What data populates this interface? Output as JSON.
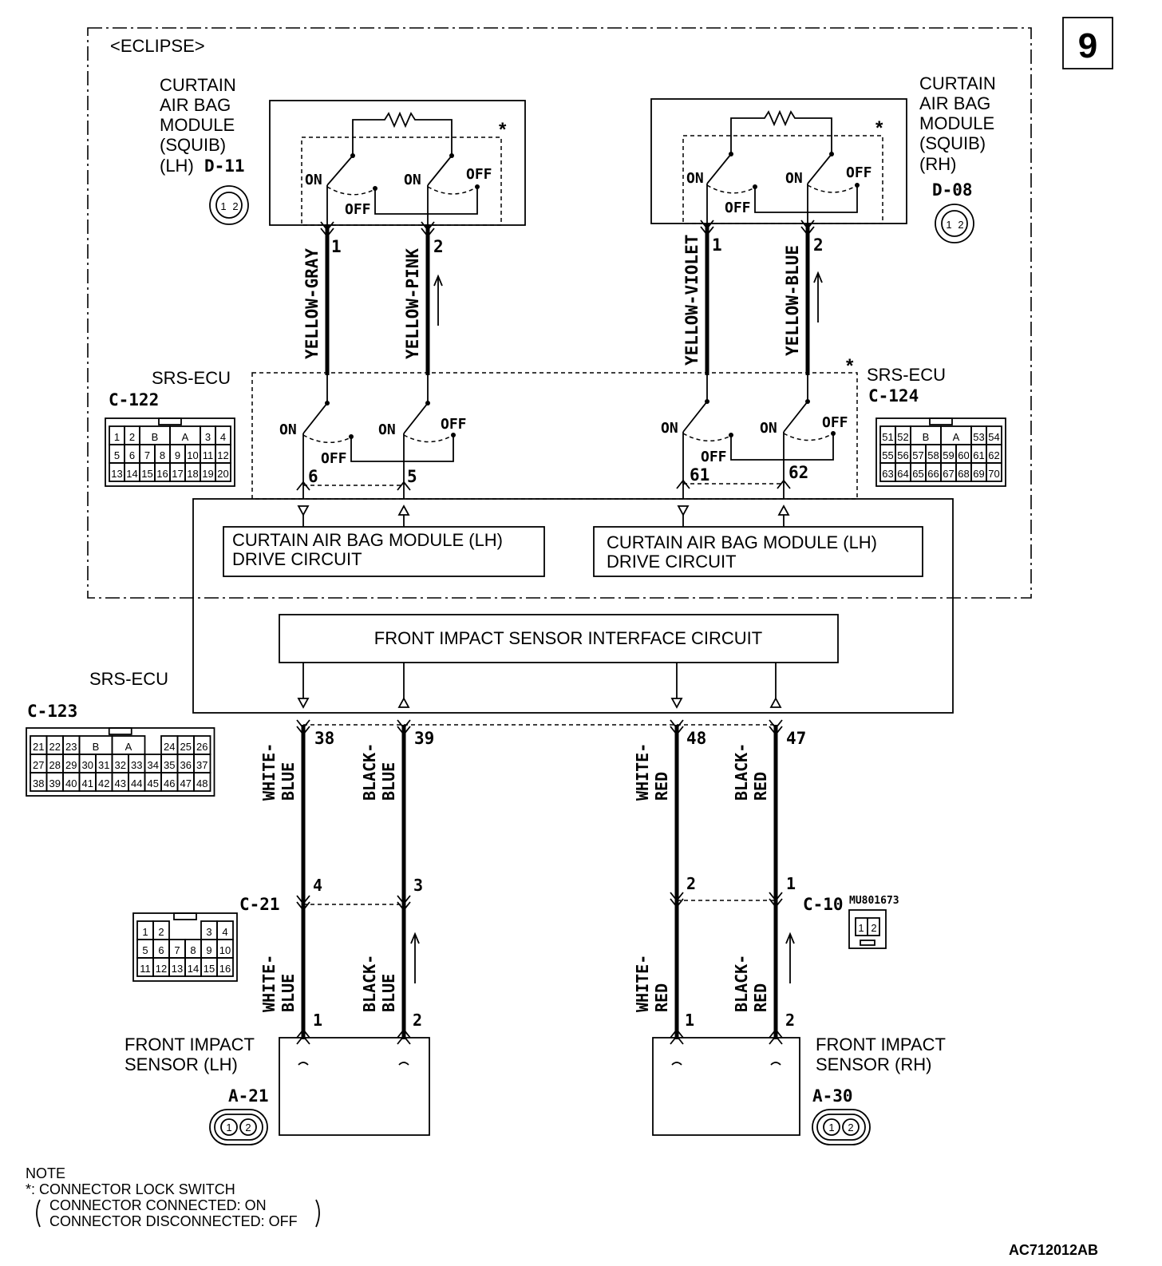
{
  "page_number": "9",
  "figure_id": "AC712012AB",
  "eclipse_label": "<ECLIPSE>",
  "lock_star": "*",
  "switch_on": "ON",
  "switch_off": "OFF",
  "modules": {
    "lh": {
      "lines": [
        "CURTAIN",
        "AIR BAG",
        "MODULE",
        "(SQUIB)",
        "(LH)"
      ],
      "connector": "D-11",
      "pin1": "1",
      "pin2": "2"
    },
    "rh": {
      "lines": [
        "CURTAIN",
        "AIR BAG",
        "MODULE",
        "(SQUIB)",
        "(RH)"
      ],
      "connector": "D-08",
      "pin1": "1",
      "pin2": "2"
    }
  },
  "wires_upper": [
    "YELLOW-GRAY",
    "YELLOW-PINK",
    "YELLOW-VIOLET",
    "YELLOW-BLUE"
  ],
  "srs_ecu_label": "SRS-ECU",
  "ecu_connectors": {
    "c122": {
      "name": "C-122",
      "rows": [
        [
          "1",
          "2",
          "B",
          "A",
          "3",
          "4"
        ],
        [
          "5",
          "6",
          "7",
          "8",
          "9",
          "10",
          "11",
          "12"
        ],
        [
          "13",
          "14",
          "15",
          "16",
          "17",
          "18",
          "19",
          "20"
        ]
      ]
    },
    "c124": {
      "name": "C-124",
      "rows": [
        [
          "51",
          "52",
          "B",
          "A",
          "53",
          "54"
        ],
        [
          "55",
          "56",
          "57",
          "58",
          "59",
          "60",
          "61",
          "62"
        ],
        [
          "63",
          "64",
          "65",
          "66",
          "67",
          "68",
          "69",
          "70"
        ]
      ]
    },
    "c123": {
      "name": "C-123",
      "rows": [
        [
          "21",
          "22",
          "23",
          "B",
          "A",
          "24",
          "25",
          "26"
        ],
        [
          "27",
          "28",
          "29",
          "30",
          "31",
          "32",
          "33",
          "34",
          "35",
          "36",
          "37"
        ],
        [
          "38",
          "39",
          "40",
          "41",
          "42",
          "43",
          "44",
          "45",
          "46",
          "47",
          "48"
        ]
      ]
    }
  },
  "ecu_pins_upper": [
    "6",
    "5",
    "61",
    "62"
  ],
  "drive_circuits": {
    "left": [
      "CURTAIN AIR BAG MODULE (LH)",
      "DRIVE CIRCUIT"
    ],
    "right": [
      "CURTAIN AIR BAG MODULE (LH)",
      "DRIVE CIRCUIT"
    ]
  },
  "interface_circuit": "FRONT IMPACT SENSOR INTERFACE CIRCUIT",
  "ecu_pins_lower": [
    "38",
    "39",
    "48",
    "47"
  ],
  "wires_lower": [
    [
      "WHITE-",
      "BLUE"
    ],
    [
      "BLACK-",
      "BLUE"
    ],
    [
      "WHITE-",
      "RED"
    ],
    [
      "BLACK-",
      "RED"
    ]
  ],
  "mid_connectors": {
    "c21": {
      "name": "C-21",
      "pins": [
        "4",
        "3"
      ],
      "rows": [
        [
          "1",
          "2",
          "3",
          "4"
        ],
        [
          "5",
          "6",
          "7",
          "8",
          "9",
          "10"
        ],
        [
          "11",
          "12",
          "13",
          "14",
          "15",
          "16"
        ]
      ]
    },
    "c10": {
      "name": "C-10",
      "part": "MU801673",
      "pins": [
        "2",
        "1"
      ],
      "cells": [
        "1",
        "2"
      ]
    }
  },
  "sensors": {
    "lh": {
      "lines": [
        "FRONT IMPACT",
        "SENSOR (LH)"
      ],
      "connector": "A-21",
      "pins": [
        "1",
        "2"
      ]
    },
    "rh": {
      "lines": [
        "FRONT IMPACT",
        "SENSOR (RH)"
      ],
      "connector": "A-30",
      "pins": [
        "1",
        "2"
      ]
    }
  },
  "note": {
    "title": "NOTE",
    "line1": "*: CONNECTOR LOCK SWITCH",
    "line2": "CONNECTOR CONNECTED: ON",
    "line3": "CONNECTOR DISCONNECTED: OFF"
  }
}
